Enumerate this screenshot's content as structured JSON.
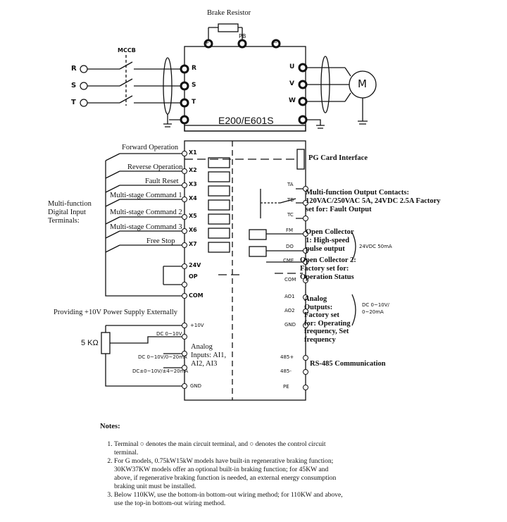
{
  "diagram": {
    "brake_resistor": "Brake Resistor",
    "mccb": "MCCB",
    "pb": "PB",
    "plus": "+",
    "minus": "−",
    "inputs": [
      "R",
      "S",
      "T"
    ],
    "outputs": [
      "U",
      "V",
      "W"
    ],
    "motor": "M",
    "model": "E200/E601S",
    "digital_label": "Multi-function\nDigital Input\nTerminals:",
    "digital_functions": [
      "Forward Operation",
      "Reverse Operation",
      "Fault Reset",
      "Multi-stage Command 1",
      "Multi-stage Command 2",
      "Multi-stage Command 3",
      "Free Stop"
    ],
    "digital_terminals": [
      "X1",
      "X2",
      "X3",
      "X4",
      "X5",
      "X6",
      "X7"
    ],
    "t_24v": "24V",
    "t_op": "OP",
    "t_com": "COM",
    "power_supply": "Providing +10V Power Supply Externally",
    "t_10v": "+10V",
    "pot": "5 KΩ",
    "dc1": "DC 0~10V",
    "dc2": "DC 0~10V/0~20mA",
    "dc3": "DC±0~10V/±4~20mA",
    "analog_inputs": "Analog\nInputs: AI1,\nAI2, AI3",
    "t_gnd": "GND",
    "pg_card": "PG Card Interface",
    "ta": "TA",
    "tb": "TB",
    "tc": "TC",
    "relay_text": "Multi-function Output Contacts:\n120VAC/250VAC 5A, 24VDC 2.5A Factory\nset for: Fault Output",
    "fm": "FM",
    "do": "DO",
    "cme": "CME",
    "com2": "COM",
    "oc_text": "Open Collector\n1: High-speed\npulse output",
    "v24": "24VDC 50mA",
    "oc2_text": "Open Collector 2:\nFactory set for:\nOperation Status",
    "ao1": "AO1",
    "ao2": "AO2",
    "gnd2": "GND",
    "analog_out": "Analog\nOutputs:\nFactory set\nfor: Operating\nfrequency, Set\nfrequency",
    "ao_range": "DC 0~10V/\n0~20mA",
    "rs485_plus": "485+",
    "rs485_minus": "485-",
    "pe": "PE",
    "rs485": "RS-485 Communication"
  },
  "notes": {
    "title": "Notes:",
    "items": [
      "Terminal ○ denotes the main circuit terminal, and ○ denotes the control circuit terminal.",
      "For G models, 0.75kW15kW models have built-in regenerative braking function; 30KW37KW models offer an optional built-in braking function; for 45KW and above, if regenerative braking function is needed, an external energy consumption braking unit must be installed.",
      "Below 110KW, use the bottom-in bottom-out wiring method; for 110KW and above, use the top-in bottom-out wiring method."
    ]
  }
}
